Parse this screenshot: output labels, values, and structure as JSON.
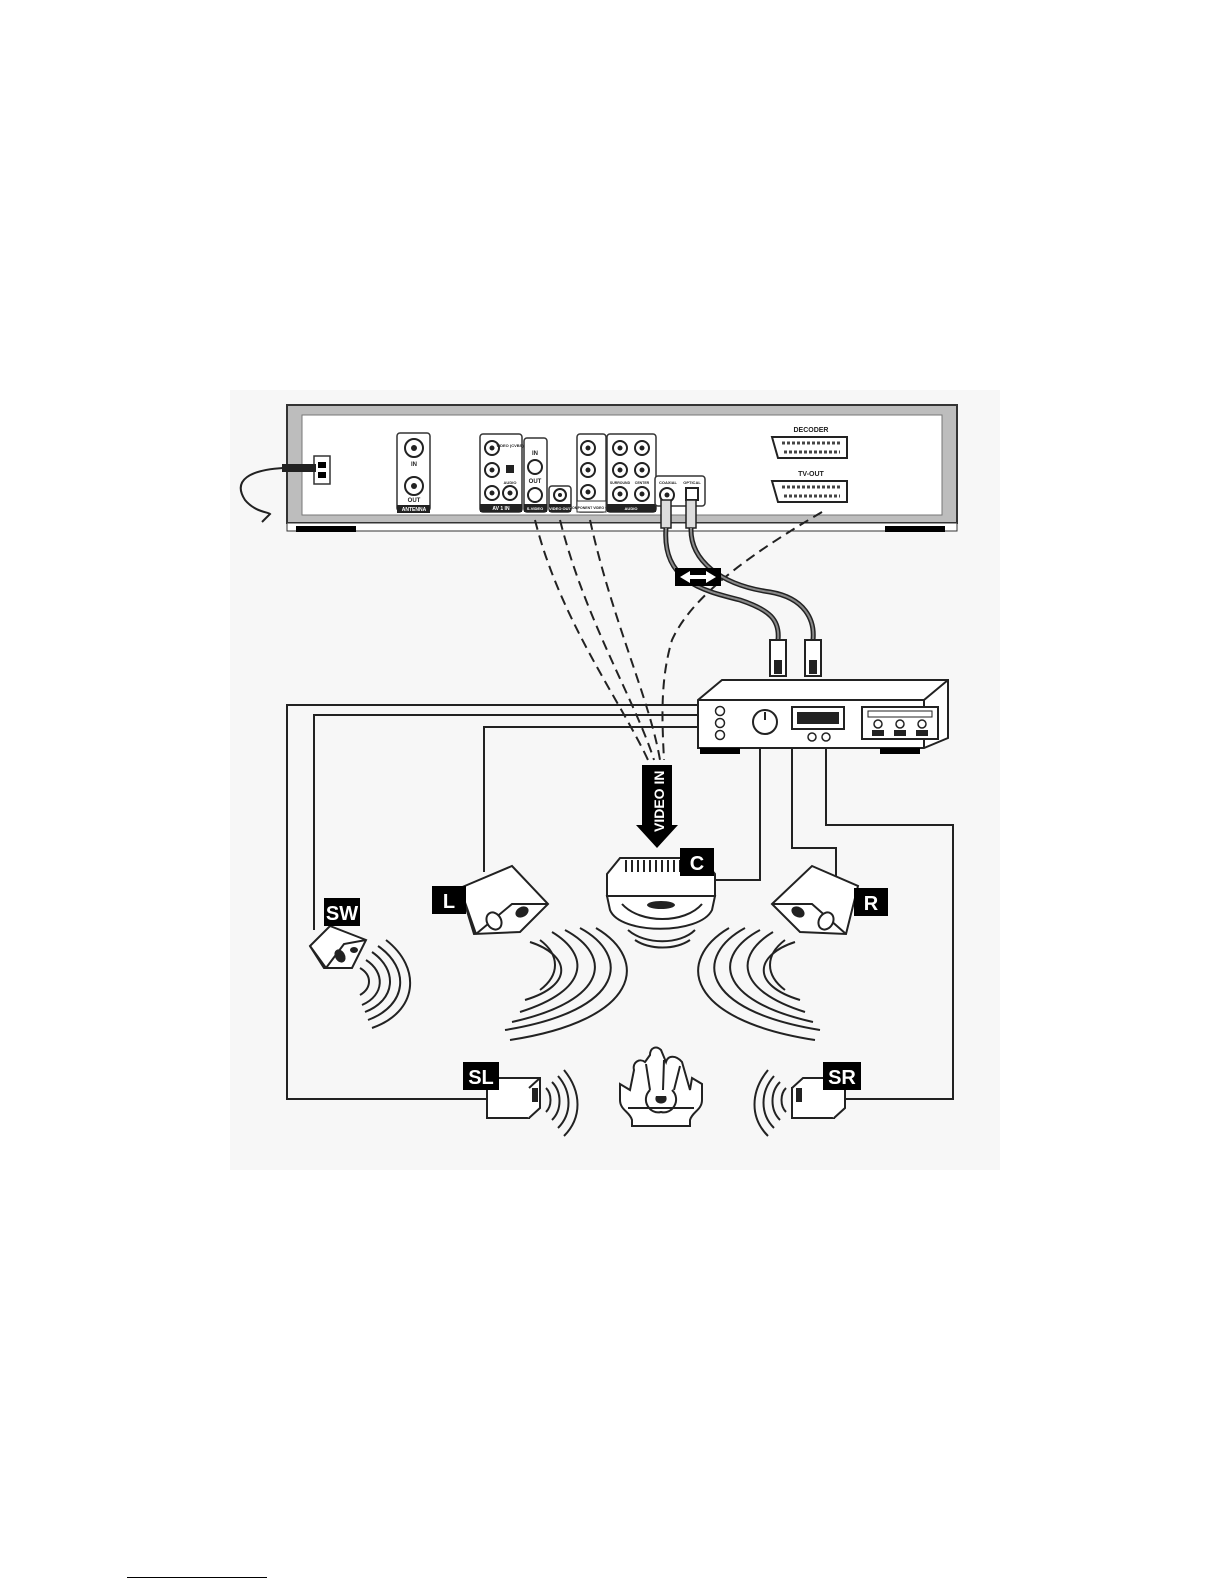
{
  "player_panel": {
    "antenna_label": "ANTENNA",
    "antenna_in": "IN",
    "antenna_out": "OUT",
    "av_in_label": "AV 1 IN",
    "av_video_stereo": "VIDEO (CVBS)",
    "av_audio": "AUDIO",
    "svideo_label": "S-VIDEO",
    "svideo_in": "IN",
    "svideo_out": "OUT",
    "video_out_label": "VIDEO OUT",
    "component_label": "COMPONENT VIDEO OUT",
    "audio_label": "AUDIO",
    "surround_label": "SURROUND",
    "center_label": "CENTER",
    "coaxial_label": "COAXIAL",
    "optical_label": "OPTICAL",
    "decoder_label": "DECODER",
    "tv_out_label": "TV-OUT"
  },
  "video_in_label": "VIDEO IN",
  "speakers": {
    "center": "C",
    "left": "L",
    "right": "R",
    "subwoofer": "SW",
    "surround_left": "SL",
    "surround_right": "SR"
  }
}
